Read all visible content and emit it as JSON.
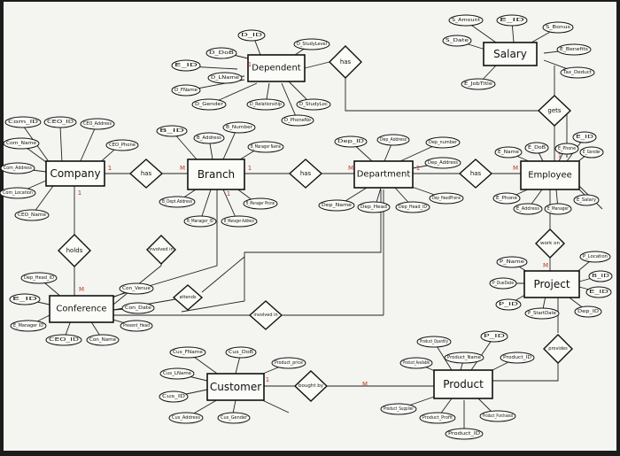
{
  "entities": {
    "company": "Company",
    "branch": "Branch",
    "department": "Department",
    "employee": "Employee",
    "dependent": "Dependent",
    "salary": "Salary",
    "project": "Project",
    "conference": "Conference",
    "customer": "Customer",
    "product": "Product"
  },
  "relationships": {
    "company_branch": "has",
    "branch_department": "has",
    "department_employee": "has",
    "dependent_has": "has",
    "salary_gets": "gets",
    "company_holds": "holds",
    "involved_in": "involved in",
    "attends": "attends",
    "involved_in_2": "involved in",
    "bought_by": "bought by",
    "work_on": "work on",
    "provides": "provides"
  },
  "attributes": {
    "company": [
      "Com_ID",
      "CEO_ID",
      "CEO_Address",
      "Com_Name",
      "CEO_Phone",
      "Com_Address",
      "Com_Location",
      "CEO_Name"
    ],
    "branch": [
      "B_ID",
      "B_Address",
      "B_Number",
      "B_Manager Name",
      "B_Dept.Address",
      "B_Manager_ID",
      "B_Manager Phone",
      "B_Manager Address"
    ],
    "dependent": [
      "D_ID",
      "D_DoB",
      "D_StudyLevel",
      "E_ID",
      "D_LName",
      "D_FName",
      "D_Gender",
      "D_Relationship",
      "D_StudyLoc",
      "D_PhoneNo"
    ],
    "department": [
      "Dep_ID",
      "Dep_Address",
      "Dep_number",
      "Dep_Address",
      "Dep_Name",
      "Dep_Head",
      "Dep_Head_ID",
      "Dep_HeadPhone"
    ],
    "salary": [
      "S_Amount",
      "E_ID",
      "S_Bonus",
      "S_Date",
      "E_Benefits",
      "Tax_Deduct",
      "E_JobTitle"
    ],
    "employee": [
      "E_ID",
      "E_Name",
      "E_DoB",
      "E_Phone",
      "E_Gender",
      "E_Phone",
      "E_Address",
      "E_Manager",
      "E_Salary"
    ],
    "project": [
      "P_Name",
      "P_Location",
      "P_DueDate",
      "B_ID",
      "E_ID",
      "P_ID",
      "P_StartDate",
      "Dep_ID"
    ],
    "conference": [
      "Dep_Head_ID",
      "E_ID",
      "Con_Venue",
      "Con_Date",
      "E_Manager ID",
      "Present_Head",
      "CEO_ID",
      "Con_Name"
    ],
    "customer": [
      "Cus_FName",
      "Cus_DoB",
      "Cus_LName",
      "Cus_ID",
      "Cus_Address",
      "Cus_Gender"
    ],
    "product": [
      "P_ID",
      "Product_Quantity",
      "Product_Name",
      "Product_ID",
      "Product_Available",
      "Product_price",
      "Product_Supplier",
      "Product_Profit",
      "Product_Purchased",
      "Product_ID"
    ]
  }
}
